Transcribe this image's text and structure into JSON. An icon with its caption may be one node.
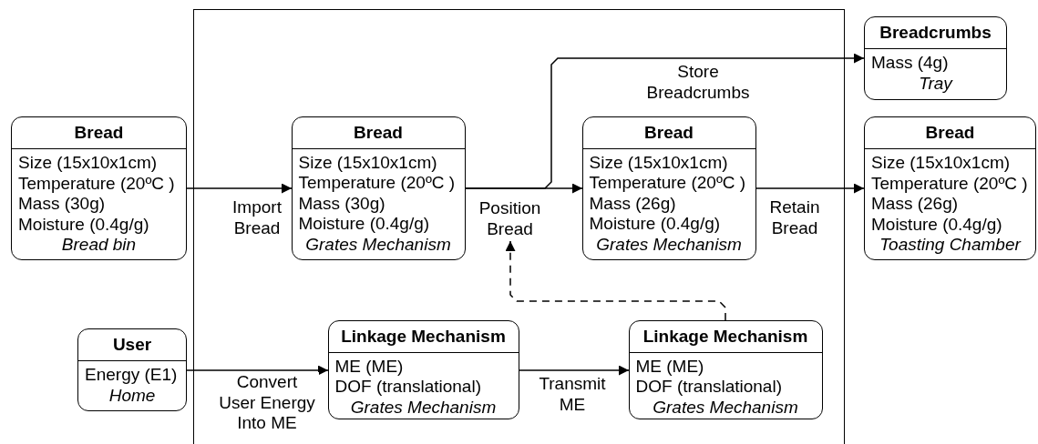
{
  "diagram": {
    "nodes": [
      {
        "text": [],
        "shape": "box"
      },
      {
        "text": [
          "Breadcrumbs",
          "Mass (4g)",
          "Tray"
        ]
      },
      {
        "text": [
          "Bread",
          "Size (15x10x1cm)",
          "Temperature (20ºC )",
          "Mass (30g)",
          "Moisture (0.4g/g)",
          "Bread bin"
        ]
      },
      {
        "text": [
          "Bread",
          "Size (15x10x1cm)",
          "Temperature (20ºC )",
          "Mass (30g)",
          "Moisture (0.4g/g)",
          "Grates Mechanism"
        ],
        "in": 0
      },
      {
        "text": [
          "Bread",
          "Size (15x10x1cm)",
          "Temperature (20ºC )",
          "Mass (26g)",
          "Moisture (0.4g/g)",
          "Grates Mechanism"
        ],
        "in": 0
      },
      {
        "text": [
          "Bread",
          "Size (15x10x1cm)",
          "Temperature (20ºC )",
          "Mass (26g)",
          "Moisture (0.4g/g)",
          "Toasting Chamber"
        ]
      },
      {
        "text": [
          "Position Bread"
        ],
        "in": 0
      },
      {
        "text": [
          "User",
          "Energy (E1)",
          "Home"
        ]
      },
      {
        "text": [
          "Linkage Mechanism",
          "ME (ME)",
          "DOF (translational)",
          "Grates Mechanism"
        ],
        "in": 0
      },
      {
        "text": [
          "Linkage Mechanism",
          "ME (ME)",
          "DOF (translational)",
          "Grates Mechanism"
        ],
        "in": 0
      }
    ],
    "edges": [
      {
        "from": 2,
        "to": 3,
        "arrow": "to",
        "label": "Import Bread"
      },
      {
        "from": 3,
        "to": 4,
        "arrow": "to"
      },
      {
        "from": 3,
        "to": 1,
        "arrow": "to",
        "label": "Store Breadcrumbs"
      },
      {
        "from": 4,
        "to": 5,
        "arrow": "to",
        "label": "Retain Bread"
      },
      {
        "from": 7,
        "to": 8,
        "arrow": "to",
        "label": "Convert User Energy Into ME"
      },
      {
        "from": 8,
        "to": 9,
        "arrow": "to",
        "label": "Transmit ME"
      },
      {
        "from": 9,
        "to": 6,
        "arrow": "to",
        "style": "dashed"
      }
    ]
  }
}
